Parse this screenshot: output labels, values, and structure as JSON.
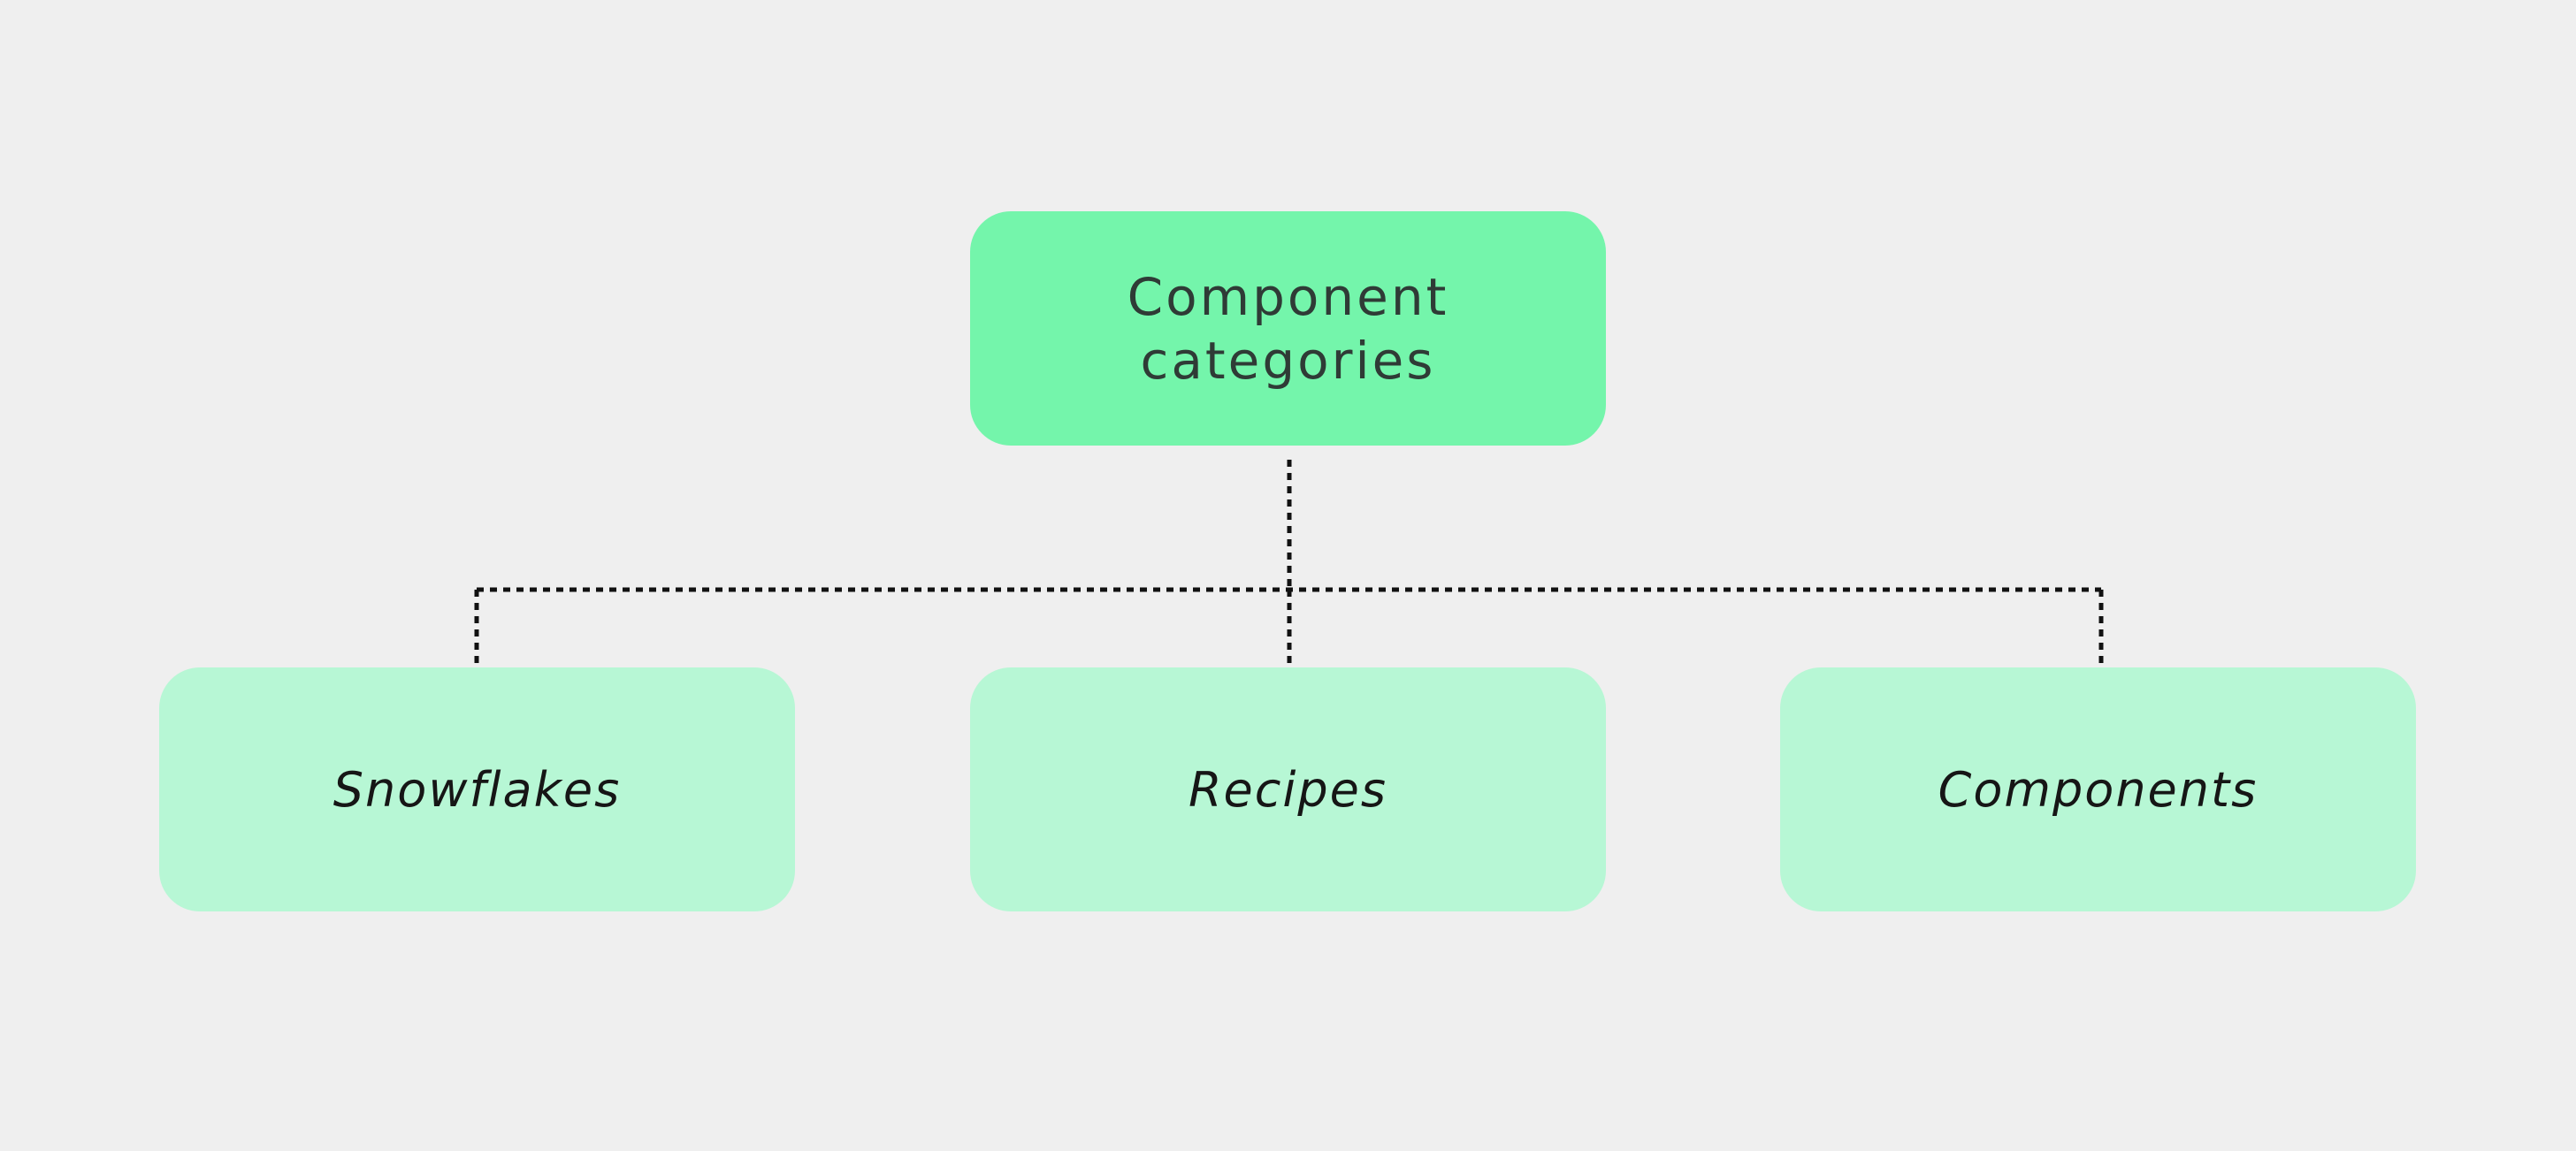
{
  "diagram": {
    "root": {
      "label": "Component categories"
    },
    "children": [
      {
        "label": "Snowflakes"
      },
      {
        "label": "Recipes"
      },
      {
        "label": "Components"
      }
    ]
  },
  "colors": {
    "background": "#efefef",
    "root_fill": "#74f5ab",
    "child_fill": "#b7f7d5",
    "root_text": "#2f3b36",
    "child_text": "#161616",
    "connector": "#111111"
  }
}
